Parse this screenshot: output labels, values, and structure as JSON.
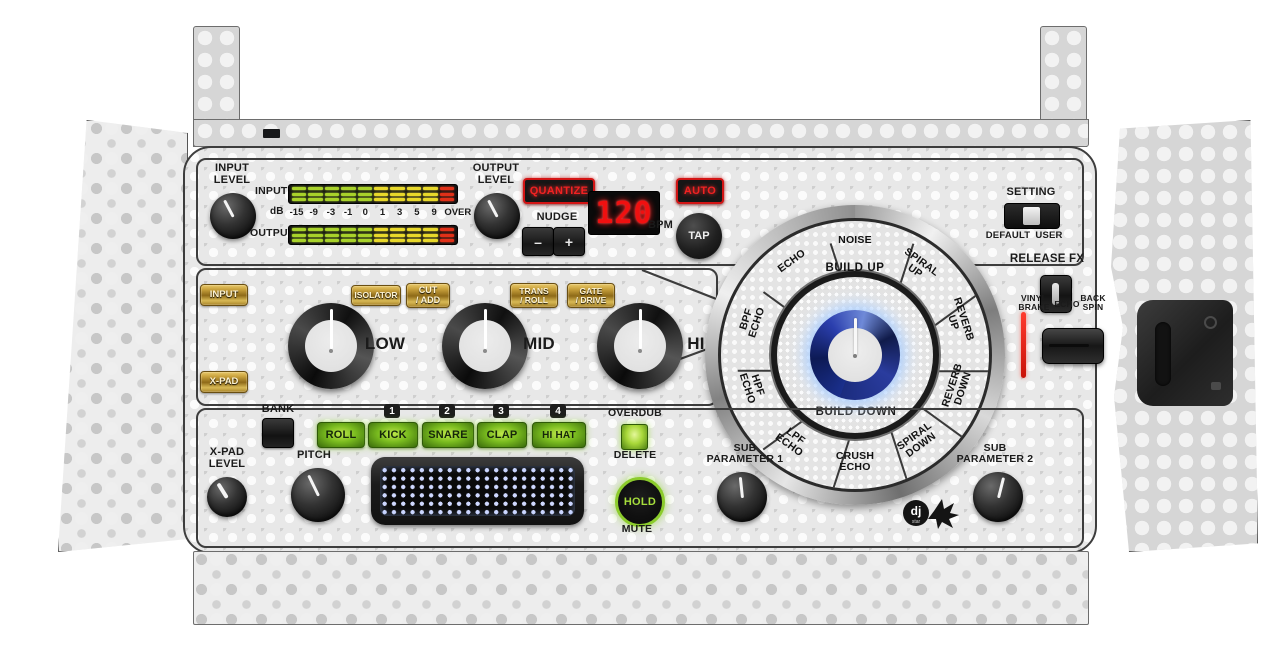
{
  "device": {
    "brand_logo": "dj-star-logo",
    "brand_text": "dj"
  },
  "top_section": {
    "input_level_label": "INPUT\nLEVEL",
    "output_level_label": "OUTPUT\nLEVEL",
    "input_meter_label": "INPUT",
    "output_meter_label": "OUTPUT",
    "db_label": "dB",
    "db_scale": [
      "-15",
      "-9",
      "-3",
      "-1",
      "0",
      "1",
      "3",
      "5",
      "9",
      "OVER"
    ],
    "quantize_label": "QUANTIZE",
    "auto_label": "AUTO",
    "nudge_label": "NUDGE",
    "nudge_minus": "–",
    "nudge_plus": "+",
    "bpm_value": "120",
    "bpm_label": "BPM",
    "tap_label": "TAP",
    "meter_input_levels": [
      "g",
      "g",
      "g",
      "g",
      "g",
      "y",
      "y",
      "y",
      "y",
      "r"
    ],
    "meter_output_levels": [
      "g",
      "g",
      "g",
      "g",
      "g",
      "y",
      "y",
      "y",
      "y",
      "r"
    ]
  },
  "eq_section": {
    "input_button": "INPUT",
    "xpad_button": "X-PAD",
    "isolator_button": "ISOLATOR",
    "cut_add_button": "CUT\n/ ADD",
    "trans_roll_button": "TRANS\n/ ROLL",
    "gate_drive_button": "GATE\n/ DRIVE",
    "low_label": "LOW",
    "mid_label": "MID",
    "hi_label": "HI"
  },
  "fx_wheel": {
    "build_up_label": "BUILD UP",
    "build_down_label": "BUILD DOWN",
    "upper_effects": [
      "BPF\nECHO",
      "ECHO",
      "NOISE",
      "SPIRAL\nUP",
      "REVERB\nUP"
    ],
    "lower_effects": [
      "HPF\nECHO",
      "LPF\nECHO",
      "CRUSH\nECHO",
      "SPIRAL\nDOWN",
      "REVERB\nDOWN"
    ],
    "sub_parameter_1": "SUB\nPARAMETER 1",
    "sub_parameter_2": "SUB\nPARAMETER 2"
  },
  "right_controls": {
    "setting_label": "SETTING",
    "default_label": "DEFAULT",
    "user_label": "USER",
    "release_fx_label": "RELEASE FX",
    "vinyl_brake_label": "VINYL\nBRAKE",
    "echo_label": "ECHO",
    "back_spin_label": "BACK\nSPIN"
  },
  "bottom_section": {
    "bank_label": "BANK",
    "xpad_level_label": "X-PAD\nLEVEL",
    "pitch_label": "PITCH",
    "pads": [
      {
        "label": "ROLL",
        "number": ""
      },
      {
        "label": "KICK",
        "number": "1"
      },
      {
        "label": "SNARE",
        "number": "2"
      },
      {
        "label": "CLAP",
        "number": "3"
      },
      {
        "label": "HI HAT",
        "number": "4"
      }
    ],
    "overdub_label": "OVERDUB",
    "delete_label": "DELETE",
    "hold_label": "HOLD",
    "mute_label": "MUTE"
  },
  "colors": {
    "gold": "#c9a23d",
    "red": "#d41414",
    "green": "#8ccc2c",
    "led_blue": "#2b3fae",
    "display_red": "#f01010"
  }
}
